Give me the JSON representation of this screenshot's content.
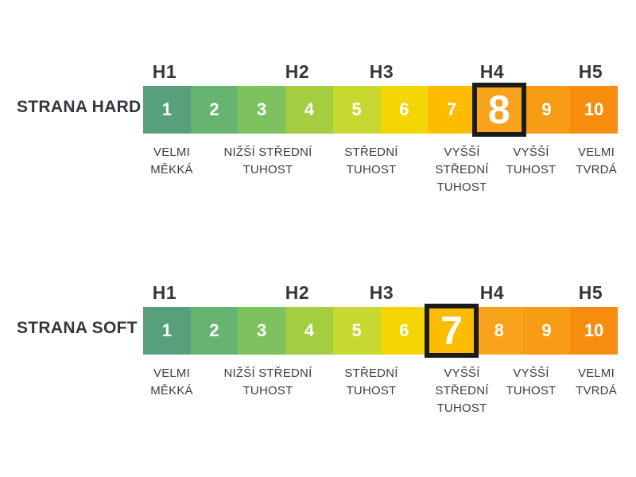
{
  "h_labels": [
    "H1",
    "H2",
    "H3",
    "H4",
    "H5"
  ],
  "categories": [
    "VELMI\nMĚKKÁ",
    "NIŽŠÍ STŘEDNÍ\nTUHOST",
    "STŘEDNÍ\nTUHOST",
    "VYŠŠÍ\nSTŘEDNÍ\nTUHOST",
    "VYŠŠÍ\nTUHOST",
    "VELMI\nTVRDÁ"
  ],
  "scales": [
    {
      "name": "STRANA HARD",
      "highlighted": 8,
      "cells": [
        "1",
        "2",
        "3",
        "4",
        "5",
        "6",
        "7",
        "8",
        "9",
        "10"
      ]
    },
    {
      "name": "STRANA SOFT",
      "highlighted": 7,
      "cells": [
        "1",
        "2",
        "3",
        "4",
        "5",
        "6",
        "7",
        "8",
        "9",
        "10"
      ]
    }
  ],
  "colors": {
    "cells": [
      "#58a07b",
      "#66b46f",
      "#7dc25f",
      "#a4cd41",
      "#c7d931",
      "#f5d605",
      "#fcbd00",
      "#f9a21c",
      "#f89b15",
      "#f68d0e"
    ],
    "highlight_border": "#1b1b1b",
    "heading_text": "#33363b",
    "category_text": "#3a3d42",
    "number_text": "#ffffff"
  }
}
